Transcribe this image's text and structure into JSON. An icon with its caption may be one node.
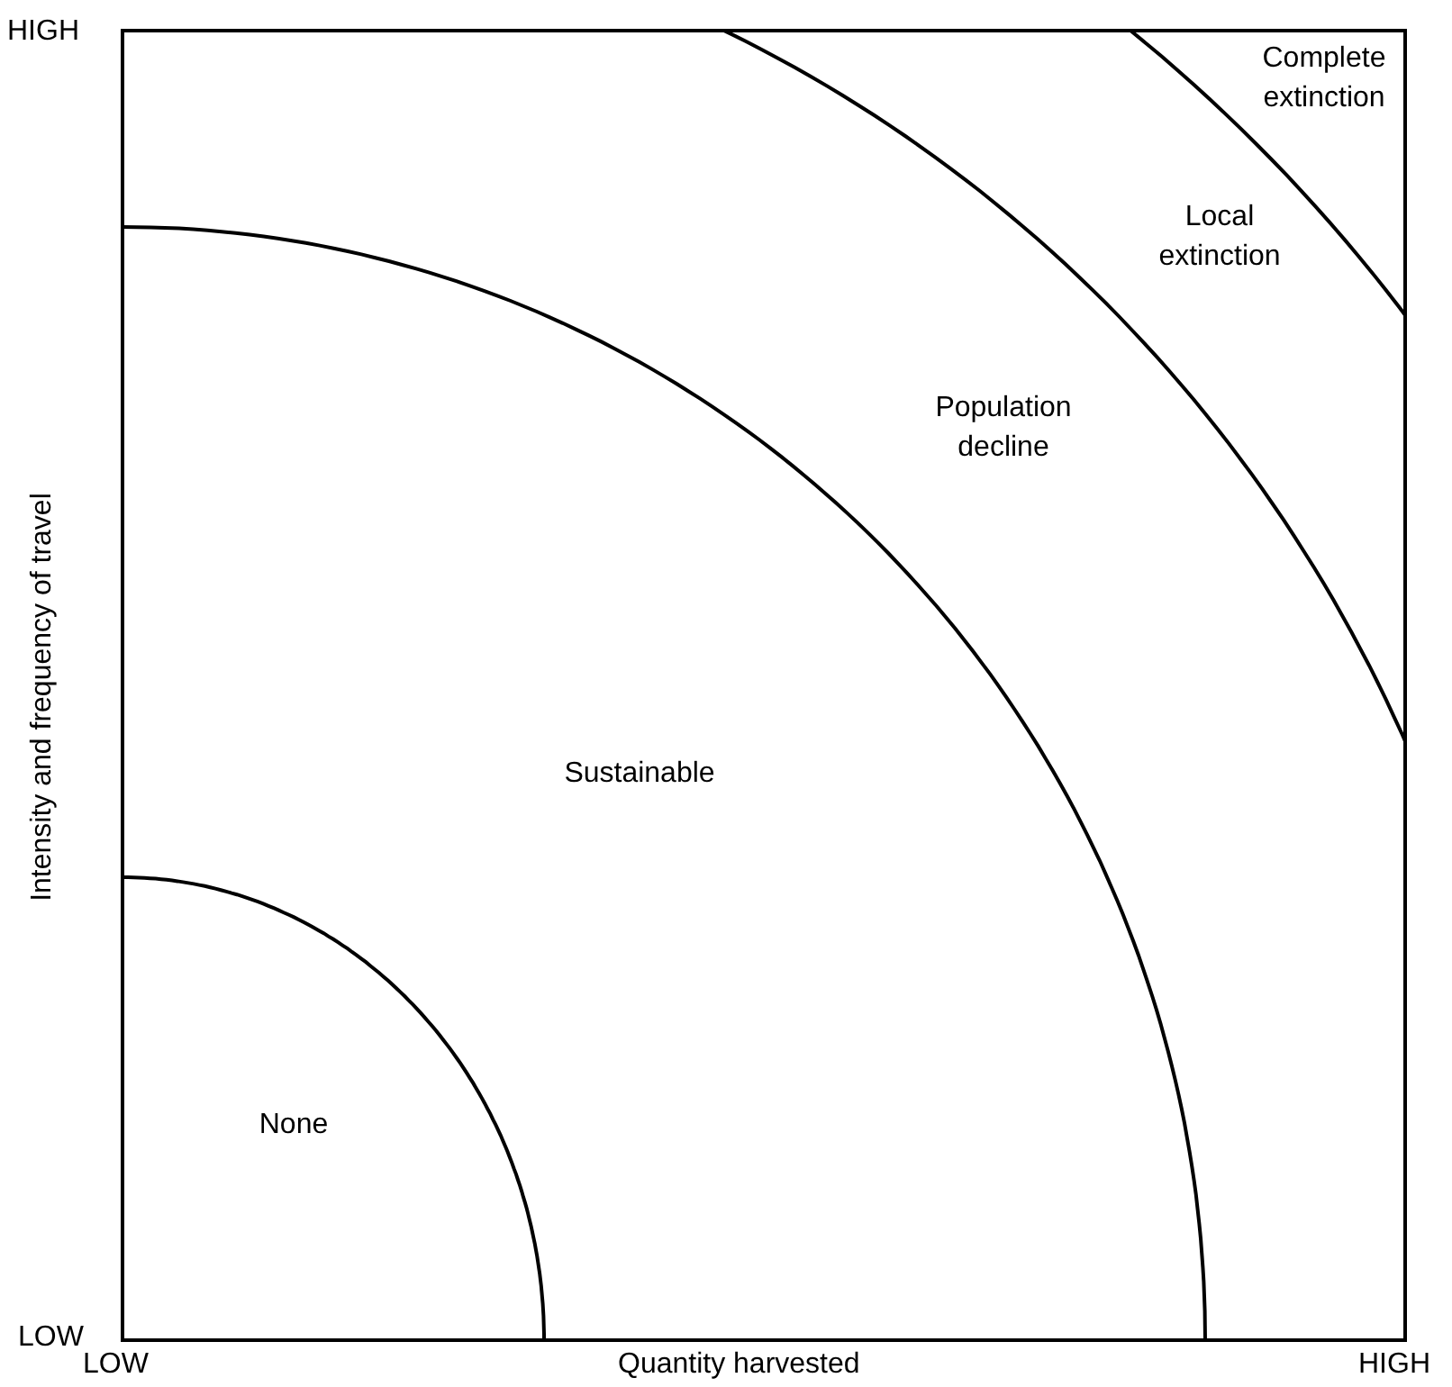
{
  "diagram": {
    "nodes": [
      {
        "text": [
          "None"
        ]
      },
      {
        "text": [
          "Sustainable"
        ]
      },
      {
        "text": [
          "Population decline"
        ]
      },
      {
        "text": [
          "Local extinction"
        ]
      },
      {
        "text": [
          "Complete extinction"
        ]
      }
    ],
    "labels": [
      "HIGH",
      "Intensity and frequency of travel",
      "LOW",
      "LOW",
      "Quantity harvested",
      "HIGH"
    ]
  }
}
